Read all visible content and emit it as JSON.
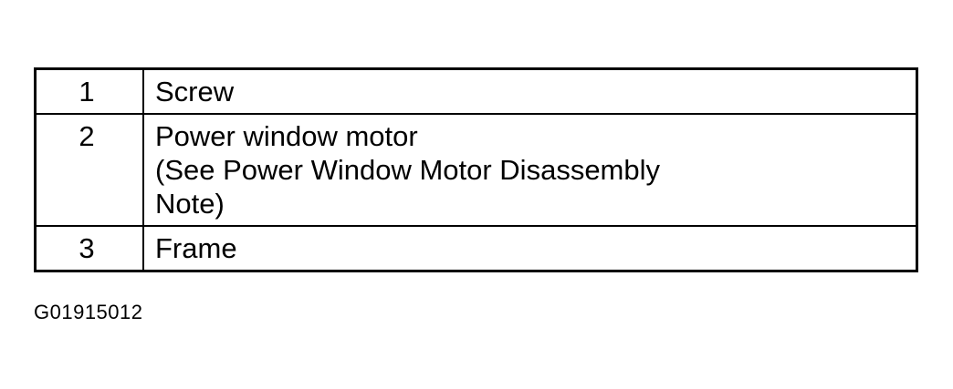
{
  "legend": {
    "rows": [
      {
        "number": "1",
        "lines": [
          "Screw"
        ]
      },
      {
        "number": "2",
        "lines": [
          "Power window motor",
          "(See Power Window Motor Disassembly",
          "Note)"
        ]
      },
      {
        "number": "3",
        "lines": [
          "Frame"
        ]
      }
    ]
  },
  "figure_id": "G01915012"
}
